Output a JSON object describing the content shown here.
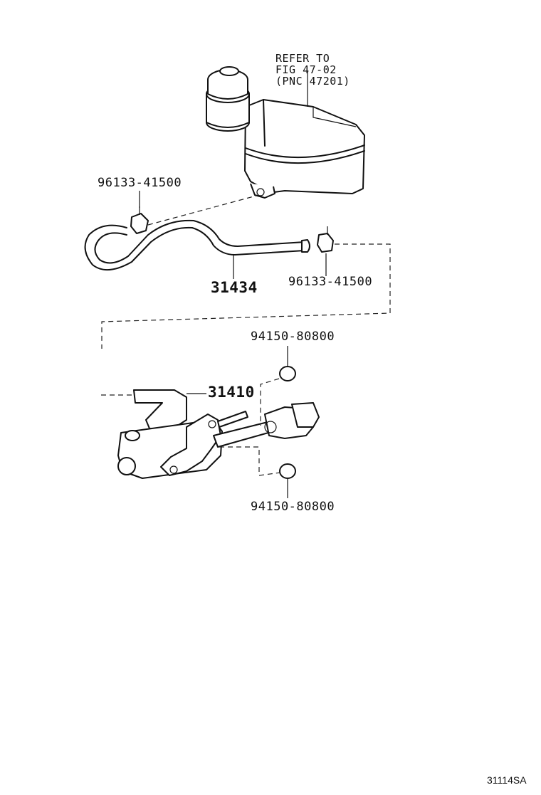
{
  "reference_note": {
    "line1": "REFER TO",
    "line2": "FIG 47-02",
    "line3": "(PNC 47201)"
  },
  "parts": {
    "clip_upper": "96133-41500",
    "hose": "31434",
    "clip_lower": "96133-41500",
    "grommet_upper": "94150-80800",
    "master_cylinder": "31410",
    "grommet_lower": "94150-80800"
  },
  "figure_code": "31114SA"
}
